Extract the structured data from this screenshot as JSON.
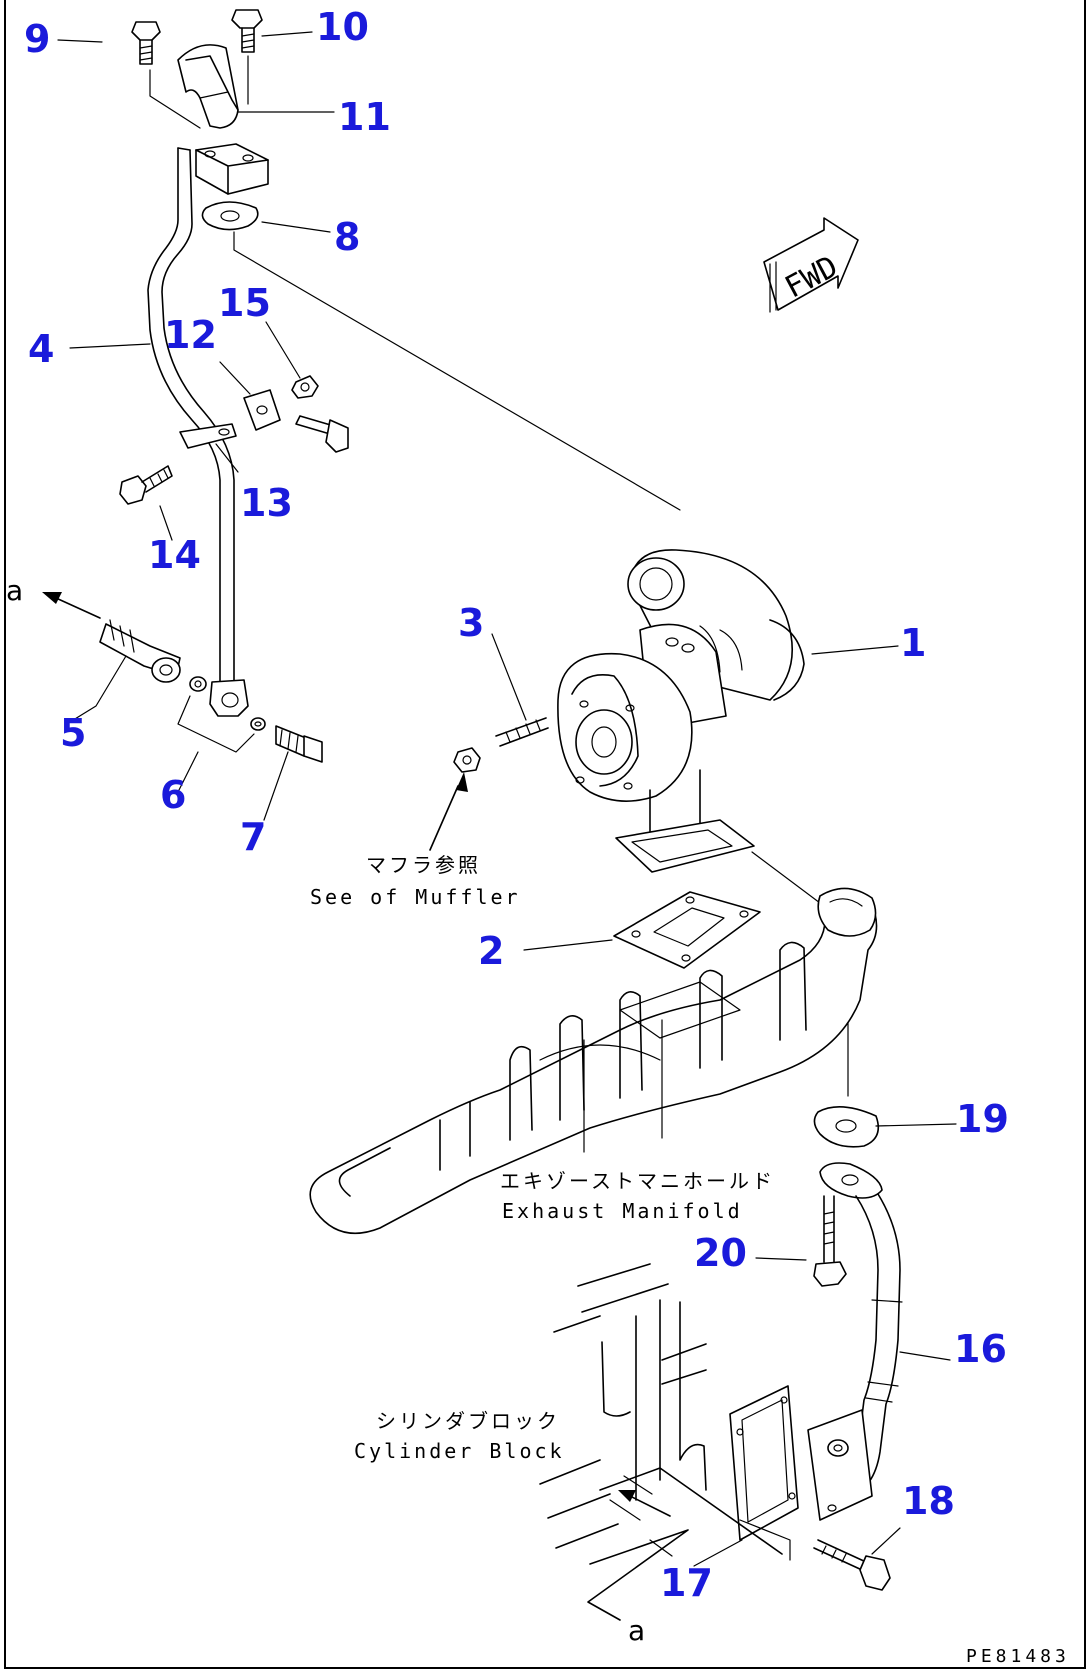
{
  "colors": {
    "callout": "#1a1adb",
    "ink": "#000000",
    "background": "#ffffff"
  },
  "callouts": [
    {
      "id": "1",
      "label": "1"
    },
    {
      "id": "2",
      "label": "2"
    },
    {
      "id": "3",
      "label": "3"
    },
    {
      "id": "4",
      "label": "4"
    },
    {
      "id": "5",
      "label": "5"
    },
    {
      "id": "6",
      "label": "6"
    },
    {
      "id": "7",
      "label": "7"
    },
    {
      "id": "8",
      "label": "8"
    },
    {
      "id": "9",
      "label": "9"
    },
    {
      "id": "10",
      "label": "10"
    },
    {
      "id": "11",
      "label": "11"
    },
    {
      "id": "12",
      "label": "12"
    },
    {
      "id": "13",
      "label": "13"
    },
    {
      "id": "14",
      "label": "14"
    },
    {
      "id": "15",
      "label": "15"
    },
    {
      "id": "16",
      "label": "16"
    },
    {
      "id": "17",
      "label": "17"
    },
    {
      "id": "18",
      "label": "18"
    },
    {
      "id": "19",
      "label": "19"
    },
    {
      "id": "20",
      "label": "20"
    }
  ],
  "notes": {
    "muffler_jp": "マフラ参照",
    "muffler_en": "See of Muffler",
    "manifold_jp": "エキゾーストマニホールド",
    "manifold_en": "Exhaust Manifold",
    "block_jp": "シリンダブロック",
    "block_en": "Cylinder Block"
  },
  "fwd_label": "FWD",
  "ref_letter": "a",
  "drawing_code": "PE81483"
}
